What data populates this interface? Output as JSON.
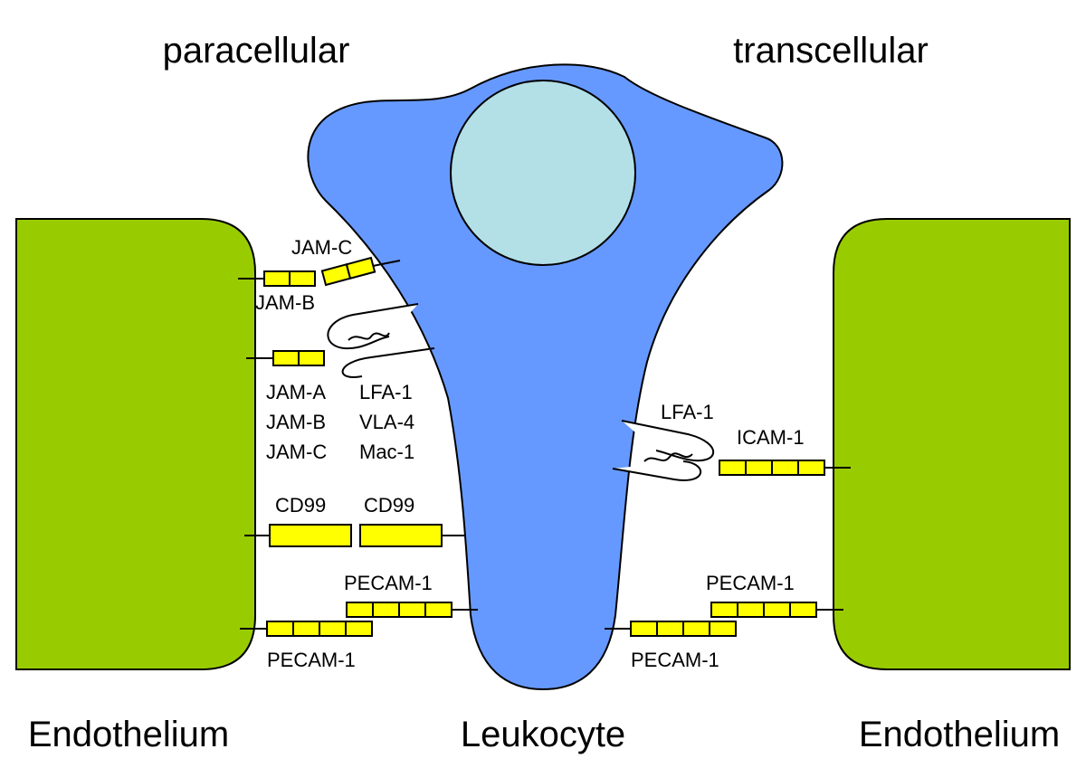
{
  "headings": {
    "paracellular": "paracellular",
    "transcellular": "transcellular"
  },
  "bottom_labels": {
    "endothelium_left": "Endothelium",
    "leukocyte": "Leukocyte",
    "endothelium_right": "Endothelium"
  },
  "molecules": {
    "jam_c_top": "JAM-C",
    "jam_b_top": "JAM-B",
    "jam_list": [
      "JAM-A",
      "JAM-B",
      "JAM-C"
    ],
    "integrin_list": [
      "LFA-1",
      "VLA-4",
      "Mac-1"
    ],
    "cd99_left": "CD99",
    "cd99_right": "CD99",
    "pecam_left_upper": "PECAM-1",
    "pecam_left_lower": "PECAM-1",
    "lfa1_right": "LFA-1",
    "icam1_right": "ICAM-1",
    "pecam_right_upper": "PECAM-1",
    "pecam_right_lower": "PECAM-1"
  },
  "colors": {
    "endothelium": "#99cc00",
    "leukocyte": "#6699ff",
    "nucleus": "#b3e0e6",
    "molecule": "#ffff00",
    "outline": "#000000"
  }
}
